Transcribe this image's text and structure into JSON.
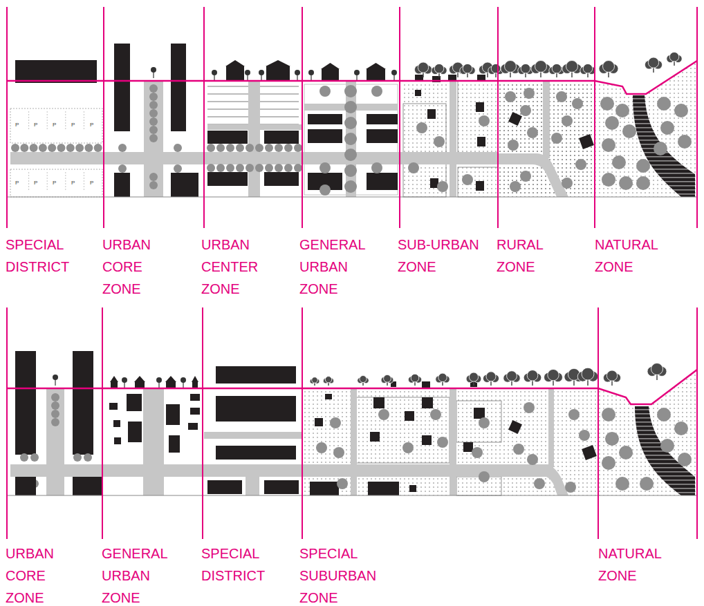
{
  "diagram": {
    "labels": [
      "P",
      "P",
      "P",
      "P",
      "P",
      "P",
      "P",
      "P",
      "P",
      "P",
      "SPECIAL DISTRICT",
      "URBAN CORE ZONE",
      "URBAN CENTER ZONE",
      "GENERAL URBAN ZONE",
      "SUB-URBAN ZONE",
      "RURAL ZONE",
      "NATURAL ZONE",
      "URBAN CORE ZONE",
      "GENERAL URBAN ZONE",
      "SPECIAL DISTRICT",
      "SPECIAL SUBURBAN ZONE",
      "NATURAL ZONE"
    ]
  }
}
